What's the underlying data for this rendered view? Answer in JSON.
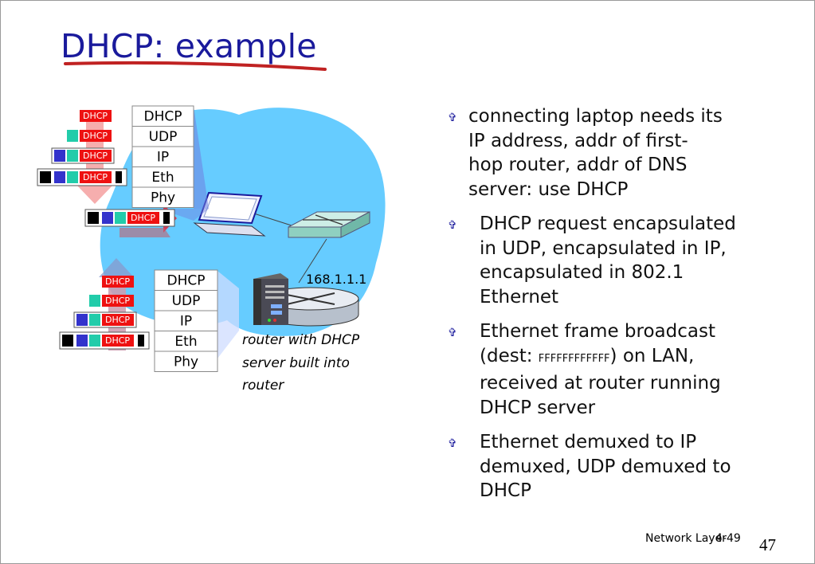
{
  "slide": {
    "title": "DHCP: example",
    "footer_label": "Network Layer",
    "footer_sub": "4-49",
    "page_number": "47"
  },
  "diagram": {
    "stack_top": [
      "DHCP",
      "UDP",
      "IP",
      "Eth",
      "Phy"
    ],
    "stack_bottom": [
      "DHCP",
      "UDP",
      "IP",
      "Eth",
      "Phy"
    ],
    "packet_label": "DHCP",
    "router_ip": "168.1.1.1",
    "router_caption": [
      "router with DHCP",
      "server built into",
      "router"
    ]
  },
  "bullets": [
    {
      "lines": [
        "connecting laptop needs its",
        "IP address, addr of first-",
        "hop router, addr of DNS",
        "server: use DHCP"
      ]
    },
    {
      "lines": [
        "DHCP request encapsulated",
        "in UDP, encapsulated in IP,",
        "encapsulated in 802.1",
        "Ethernet"
      ]
    },
    {
      "lines_pre": "Ethernet frame broadcast",
      "dest_prefix": "(dest: ",
      "dest_value": "FFFFFFFFFFFF",
      "dest_suffix": ") on LAN,",
      "lines_post": [
        "received at router running",
        "DHCP server"
      ]
    },
    {
      "lines": [
        "Ethernet demuxed to IP",
        "demuxed, UDP demuxed to",
        "DHCP"
      ]
    }
  ],
  "colors": {
    "title": "#1a1a9c",
    "network_cloud": "#66ccff",
    "dhcp_red": "#ee1111",
    "ip_teal": "#22ccaa",
    "udp_blue": "#3333cc",
    "arrow_pink": "#f5a0a0",
    "arrow_blue": "#8899cc"
  },
  "icons": {
    "bullet": "bullet-arrow-icon",
    "laptop": "laptop-icon",
    "switch": "switch-icon",
    "router": "router-icon",
    "server": "server-icon"
  }
}
